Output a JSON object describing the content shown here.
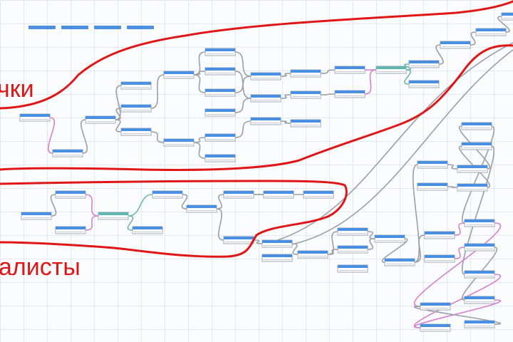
{
  "annotations": {
    "top_group_label": "чки",
    "bottom_group_label": "алисты"
  },
  "colors": {
    "node_header": "#4a90e2",
    "node_body": "#ffffff",
    "node_border": "#a0a8b8",
    "node_active_header": "#5fb7b0",
    "link_default": "#9a9ea8",
    "link_pink": "#d77fd0",
    "link_teal": "#6fb8b4",
    "annotation_red": "#e01616"
  },
  "legend": {
    "items": 4
  }
}
